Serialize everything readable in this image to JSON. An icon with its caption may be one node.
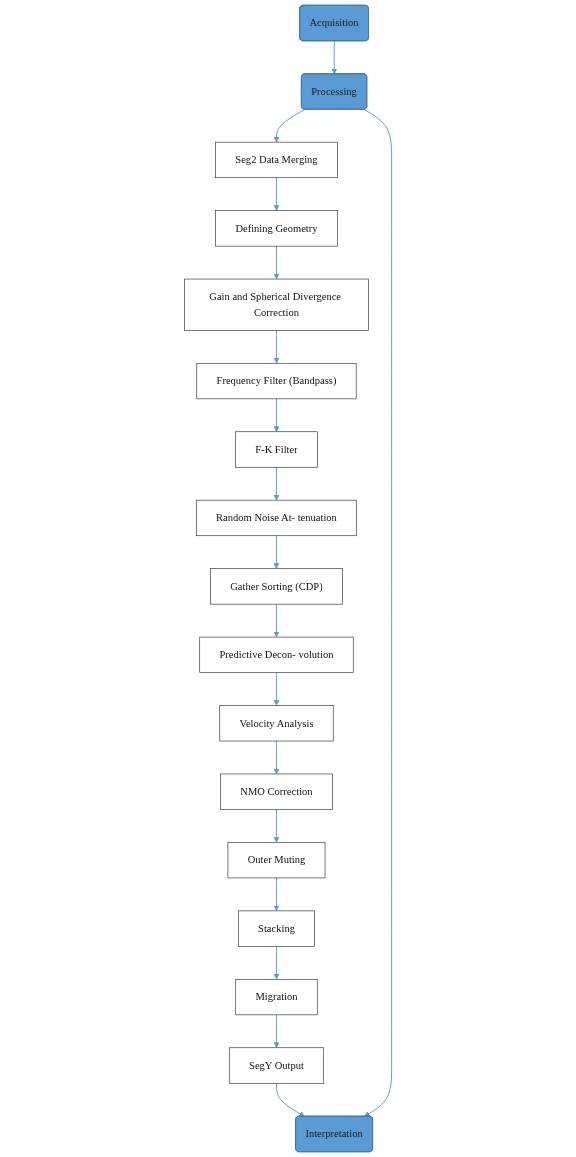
{
  "diagram": {
    "nodes": [
      {
        "text": [
          "Acquisition"
        ]
      },
      {
        "text": [
          "Processing"
        ]
      },
      {
        "text": [
          "Interpretation"
        ]
      },
      {
        "text": [
          "Seg2 Data Merging"
        ]
      },
      {
        "text": [
          "Defining Geometry"
        ]
      },
      {
        "text": [
          "Gain and Spherical Divergence Correction"
        ]
      },
      {
        "text": [
          "Frequency Filter (Bandpass)"
        ]
      },
      {
        "text": [
          "F-K Filter"
        ]
      },
      {
        "text": [
          "Random Noise At- tenuation"
        ]
      },
      {
        "text": [
          "Gather Sorting (CDP)"
        ]
      },
      {
        "text": [
          "Predictive Decon- volution"
        ]
      },
      {
        "text": [
          "Velocity Analysis"
        ]
      },
      {
        "text": [
          "NMO Correction"
        ]
      },
      {
        "text": [
          "Outer Muting"
        ]
      },
      {
        "text": [
          "Stacking"
        ]
      },
      {
        "text": [
          "Migration"
        ]
      },
      {
        "text": [
          "SegY Output"
        ]
      }
    ],
    "edges": [
      {
        "from": 0,
        "to": 1,
        "arrow": "to"
      },
      {
        "from": 1,
        "to": 3,
        "arrow": "to"
      },
      {
        "from": 3,
        "to": 4,
        "arrow": "to"
      },
      {
        "from": 4,
        "to": 5,
        "arrow": "to"
      },
      {
        "from": 5,
        "to": 6,
        "arrow": "to"
      },
      {
        "from": 6,
        "to": 7,
        "arrow": "to"
      },
      {
        "from": 7,
        "to": 8,
        "arrow": "to"
      },
      {
        "from": 8,
        "to": 9,
        "arrow": "to"
      },
      {
        "from": 9,
        "to": 10,
        "arrow": "to"
      },
      {
        "from": 10,
        "to": 11,
        "arrow": "to"
      },
      {
        "from": 11,
        "to": 12,
        "arrow": "to"
      },
      {
        "from": 12,
        "to": 13,
        "arrow": "to"
      },
      {
        "from": 13,
        "to": 14,
        "arrow": "to"
      },
      {
        "from": 14,
        "to": 15,
        "arrow": "to"
      },
      {
        "from": 15,
        "to": 16,
        "arrow": "to"
      },
      {
        "from": 16,
        "to": 2,
        "arrow": "to"
      },
      {
        "from": 1,
        "to": 2,
        "arrow": "to"
      }
    ]
  }
}
